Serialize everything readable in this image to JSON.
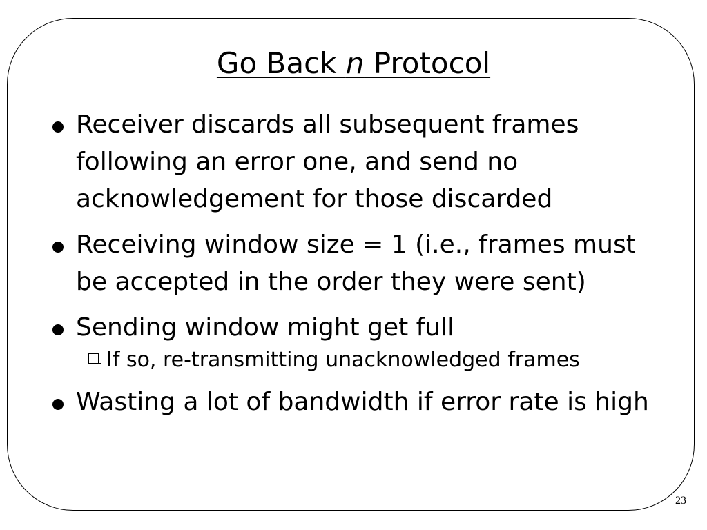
{
  "slide": {
    "title": {
      "prefix": "Go Back ",
      "italic": "n",
      "suffix": " Protocol"
    },
    "bullets": [
      "Receiver discards all subsequent frames following an error one, and send no acknowledgement for those discarded",
      "Receiving window size = 1 (i.e., frames must be accepted in the order they were sent)",
      "Sending window might get full",
      "Wasting a lot of bandwidth if error rate is high"
    ],
    "sub_bullet": "If so, re-transmitting unacknowledged frames",
    "page_number": "23"
  }
}
